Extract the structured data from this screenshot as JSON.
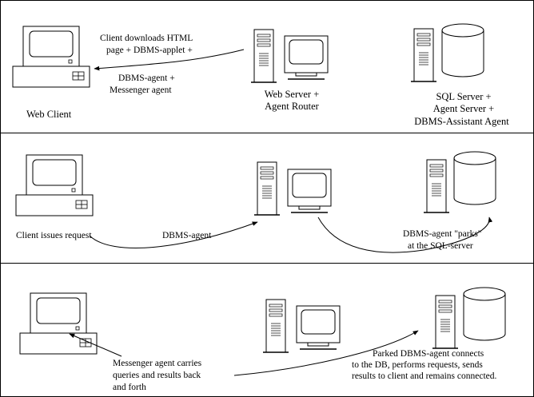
{
  "panels": [
    {
      "id": "panel-1",
      "labels": {
        "web_client": "Web Client",
        "download_line1": "Client downloads HTML",
        "download_line2": "page + DBMS-applet +",
        "download_line3": "DBMS-agent +",
        "download_line4": "Messenger agent",
        "web_server_line1": "Web Server +",
        "web_server_line2": "Agent Router",
        "sql_server_line1": "SQL Server +",
        "sql_server_line2": "Agent Server +",
        "sql_server_line3": "DBMS-Assistant Agent"
      }
    },
    {
      "id": "panel-2",
      "labels": {
        "client_request": "Client issues request",
        "dbms_agent": "DBMS-agent",
        "parks_line1": "DBMS-agent \"parks\"",
        "parks_line2": "at the SQL-server"
      }
    },
    {
      "id": "panel-3",
      "labels": {
        "messenger_line1": "Messenger agent carries",
        "messenger_line2": "queries and results back",
        "messenger_line3": "and forth",
        "parked_line1": "Parked DBMS-agent connects",
        "parked_line2": "to the DB, performs requests, sends",
        "parked_line3": "results to client and remains connected."
      }
    }
  ],
  "icons": [
    "desktop-computer-icon",
    "server-tower-icon",
    "monitor-icon",
    "database-cylinder-icon"
  ]
}
